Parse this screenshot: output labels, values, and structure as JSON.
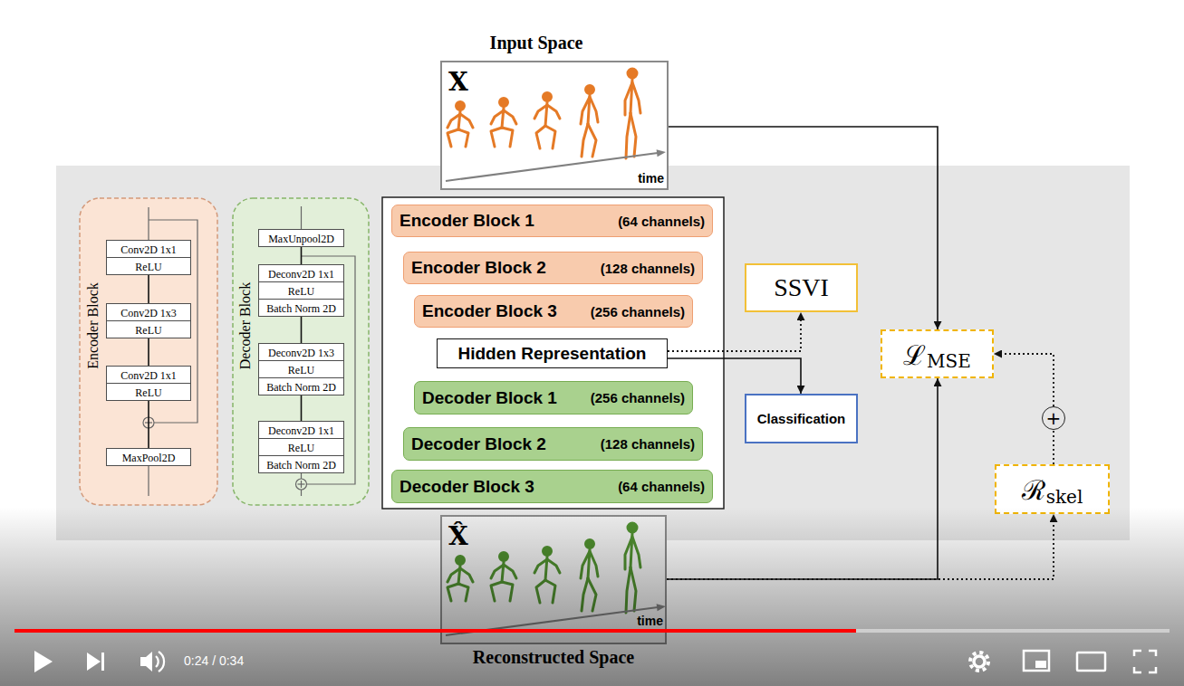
{
  "diagram": {
    "nodes": [
      {
        "text": [
          "Input Space",
          "X",
          "time"
        ]
      },
      {
        "text": [
          "Encoder Block"
        ]
      },
      {
        "text": [
          "Conv2D 1x1",
          "ReLU"
        ],
        "in": 1
      },
      {
        "text": [
          "Conv2D 1x3",
          "ReLU"
        ],
        "in": 1
      },
      {
        "text": [
          "Conv2D 1x1",
          "ReLU"
        ],
        "in": 1
      },
      {
        "text": [
          "MaxPool2D"
        ],
        "in": 1
      },
      {
        "text": [
          "Decoder Block"
        ]
      },
      {
        "text": [
          "MaxUnpool2D"
        ],
        "in": 6
      },
      {
        "text": [
          "Deconv2D 1x1",
          "ReLU",
          "Batch Norm 2D"
        ],
        "in": 6
      },
      {
        "text": [
          "Deconv2D 1x3",
          "ReLU",
          "Batch Norm 2D"
        ],
        "in": 6
      },
      {
        "text": [
          "Deconv2D 1x1",
          "ReLU",
          "Batch Norm 2D"
        ],
        "in": 6
      },
      {
        "text": [
          "Encoder Block 1",
          "(64 channels)"
        ]
      },
      {
        "text": [
          "Encoder Block 2",
          "(128 channels)"
        ]
      },
      {
        "text": [
          "Encoder Block 3",
          "(256 channels)"
        ]
      },
      {
        "text": [
          "Hidden Representation"
        ]
      },
      {
        "text": [
          "Decoder Block 1",
          "(256 channels)"
        ]
      },
      {
        "text": [
          "Decoder Block 2",
          "(128 channels)"
        ]
      },
      {
        "text": [
          "Decoder Block 3",
          "(64 channels)"
        ]
      },
      {
        "text": [
          "SSVI"
        ]
      },
      {
        "text": [
          "Classification"
        ]
      },
      {
        "text": [
          "ℒ",
          "MSE"
        ]
      },
      {
        "text": [
          "+"
        ]
      },
      {
        "text": [
          "ℛ",
          "skel"
        ]
      },
      {
        "text": [
          "X̂",
          "time",
          "Reconstructed Space"
        ]
      }
    ],
    "edges": [
      {
        "from": 2,
        "to": 3,
        "arrow": "none"
      },
      {
        "from": 3,
        "to": 4,
        "arrow": "none"
      },
      {
        "from": 4,
        "to": 5,
        "arrow": "none"
      },
      {
        "from": 7,
        "to": 8,
        "arrow": "none"
      },
      {
        "from": 8,
        "to": 9,
        "arrow": "none"
      },
      {
        "from": 9,
        "to": 10,
        "arrow": "none"
      },
      {
        "from": 14,
        "to": 18,
        "arrow": "to"
      },
      {
        "from": 14,
        "to": 19,
        "arrow": "to"
      },
      {
        "from": 0,
        "to": 20,
        "arrow": "to"
      },
      {
        "from": 23,
        "to": 20,
        "arrow": "to"
      },
      {
        "from": 23,
        "to": 22,
        "arrow": "to"
      },
      {
        "from": 22,
        "to": 21,
        "arrow": "none"
      },
      {
        "from": 21,
        "to": 20,
        "arrow": "to"
      }
    ],
    "labels": [
      "0:24 / 0:34"
    ]
  }
}
